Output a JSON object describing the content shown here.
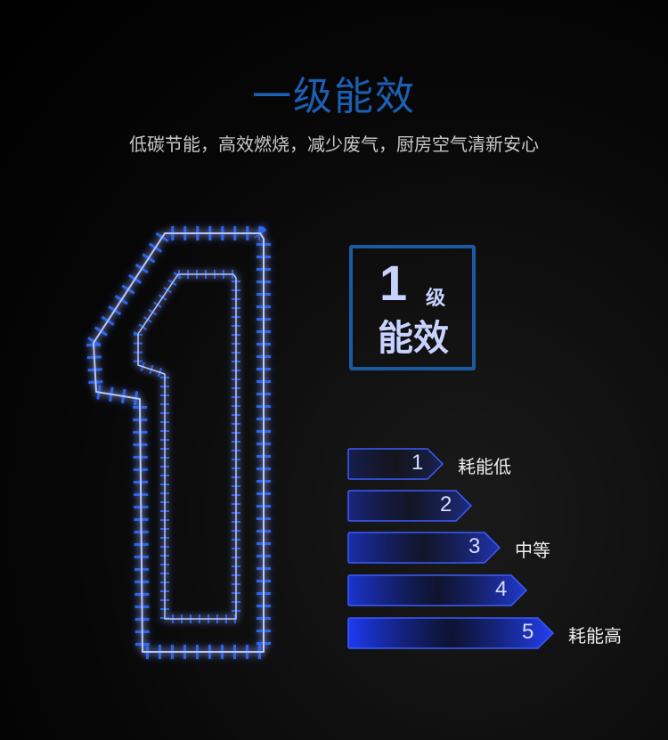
{
  "title": "一级能效",
  "subtitle": "低碳节能，高效燃烧，减少废气，厨房空气清新安心",
  "badge": {
    "number": "1",
    "level": "级",
    "label": "能效"
  },
  "levels": [
    {
      "number": "1",
      "label": "耗能低"
    },
    {
      "number": "2",
      "label": ""
    },
    {
      "number": "3",
      "label": "中等"
    },
    {
      "number": "4",
      "label": ""
    },
    {
      "number": "5",
      "label": "耗能高"
    }
  ],
  "colors": {
    "title": "#1c5fb3",
    "flame": "#2f6bff",
    "border": "#1b5aa1"
  }
}
